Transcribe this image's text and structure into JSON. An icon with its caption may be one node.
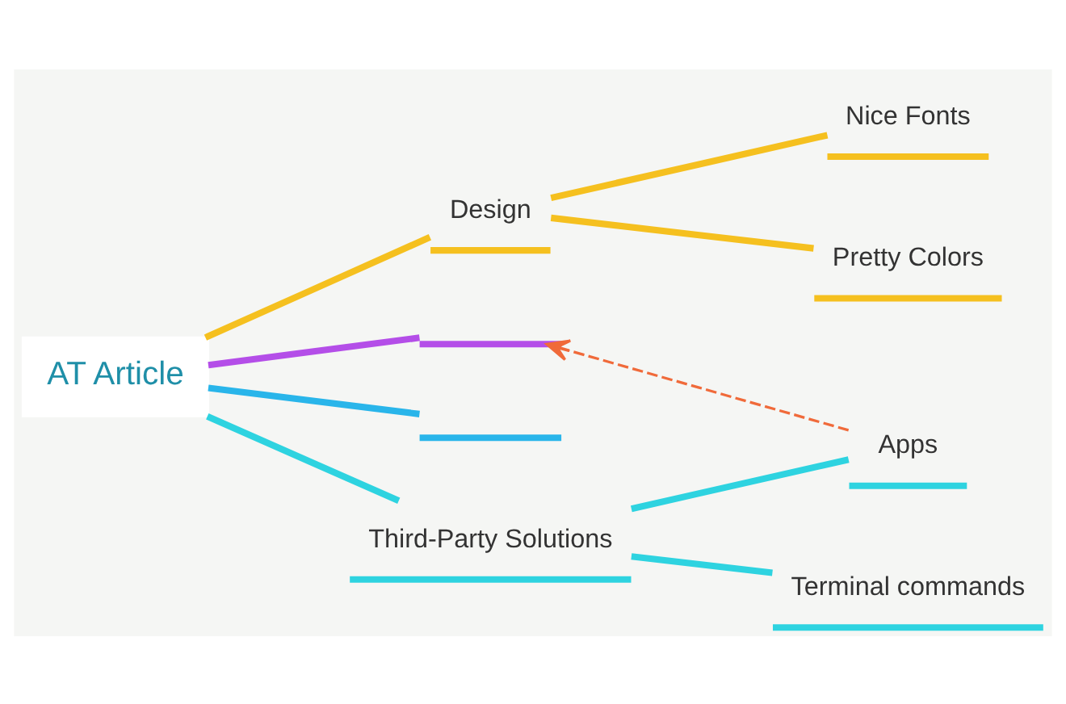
{
  "diagram": {
    "nodes": [
      {
        "text": [
          "AT Article"
        ]
      },
      {
        "text": [
          "Design"
        ]
      },
      {
        "text": [
          "Nice Fonts"
        ]
      },
      {
        "text": [
          "Pretty Colors"
        ]
      },
      {
        "text": [],
        "shape": "bar"
      },
      {
        "text": [],
        "shape": "bar"
      },
      {
        "text": [
          "Third-Party Solutions"
        ]
      },
      {
        "text": [
          "Apps"
        ]
      },
      {
        "text": [
          "Terminal commands"
        ]
      }
    ],
    "edges": [
      {
        "from": 0,
        "to": 1,
        "arrow": "none",
        "color": "#f5c01f"
      },
      {
        "from": 1,
        "to": 2,
        "arrow": "none",
        "color": "#f5c01f"
      },
      {
        "from": 1,
        "to": 3,
        "arrow": "none",
        "color": "#f5c01f"
      },
      {
        "from": 0,
        "to": 4,
        "arrow": "none",
        "color": "#b44ee8"
      },
      {
        "from": 0,
        "to": 5,
        "arrow": "none",
        "color": "#29b5ea"
      },
      {
        "from": 0,
        "to": 6,
        "arrow": "none",
        "color": "#2ed3e0"
      },
      {
        "from": 6,
        "to": 7,
        "arrow": "none",
        "color": "#2ed3e0"
      },
      {
        "from": 6,
        "to": 8,
        "arrow": "none",
        "color": "#2ed3e0"
      },
      {
        "from": 7,
        "to": 4,
        "arrow": "to",
        "style": "dashed",
        "color": "#f06a3a"
      }
    ]
  }
}
